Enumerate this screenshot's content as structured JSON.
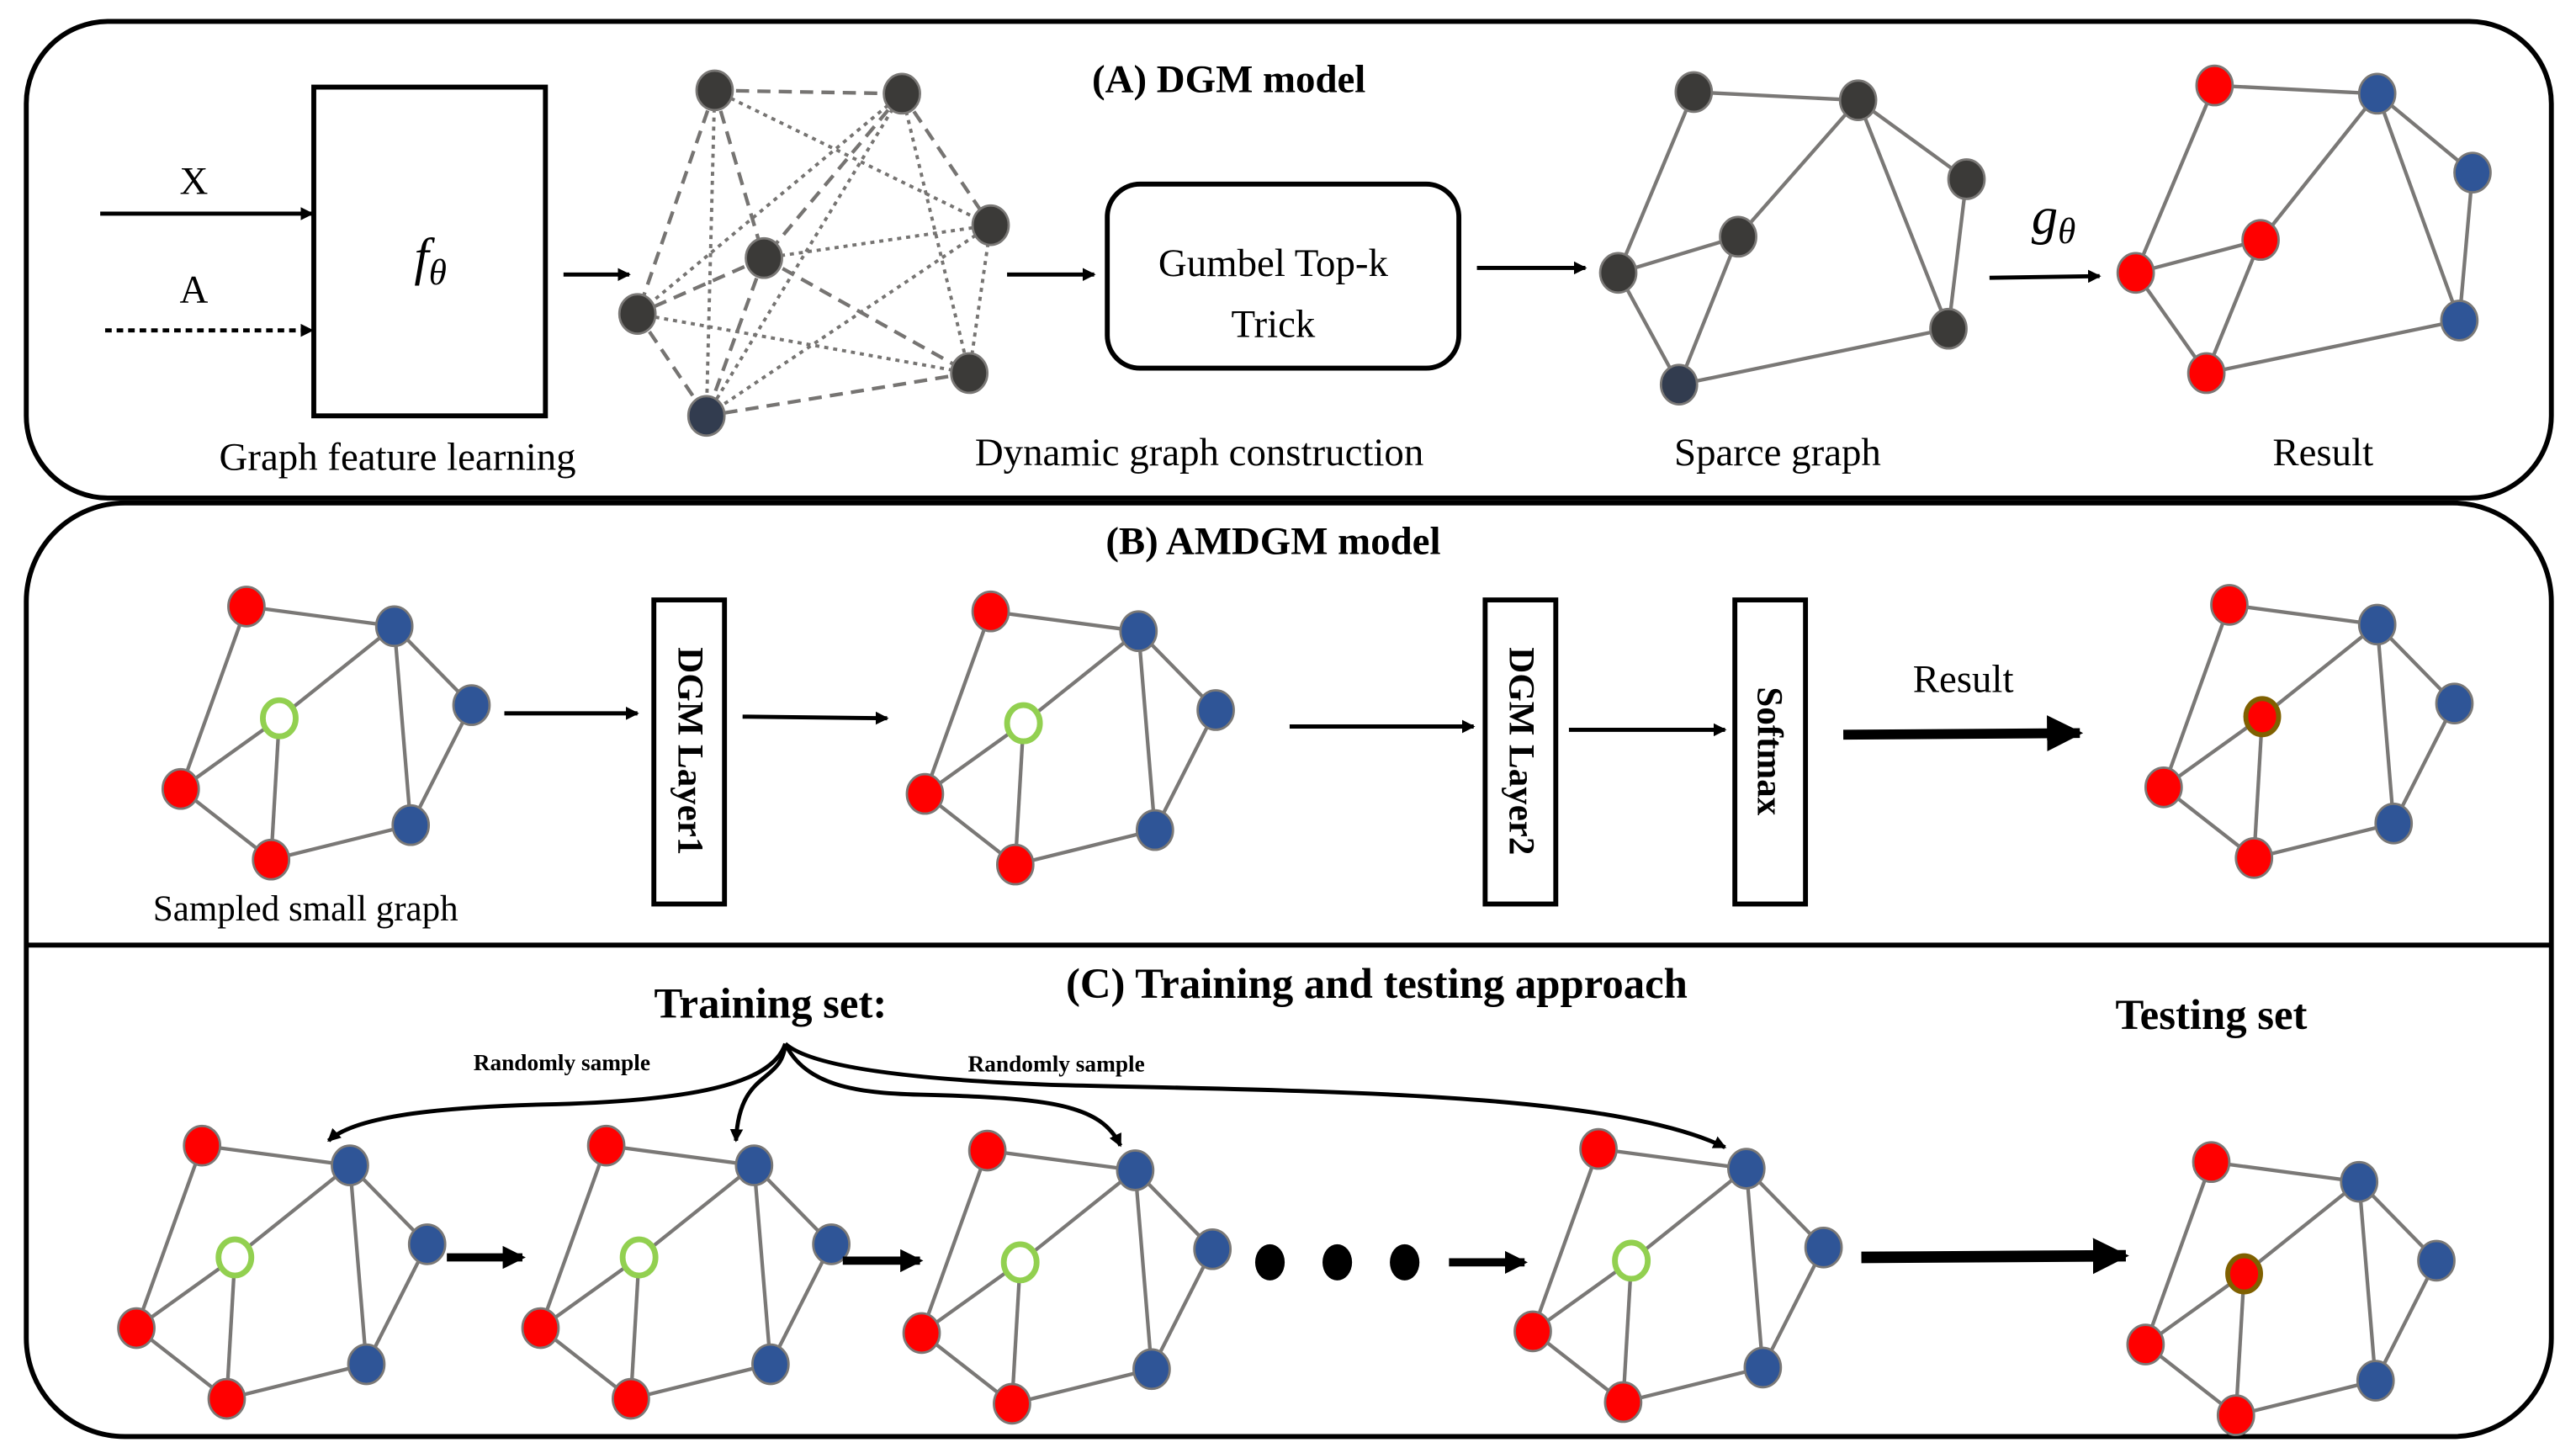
{
  "colors": {
    "dark_node": "#3b3a38",
    "dark_blue_node": "#323c4f",
    "red_node": "#ff0000",
    "blue_node": "#2f5597",
    "unlabeled_ring": "#92d050",
    "predicted_ring": "#7f6000",
    "edge": "#7a7876"
  },
  "section_a": {
    "title": "(A) DGM model",
    "input_x": "X",
    "input_a": "A",
    "f_theta_base": "f",
    "f_theta_sub": "θ",
    "gumbel_line1": "Gumbel Top-k",
    "gumbel_line2": "Trick",
    "g_theta_base": "g",
    "g_theta_sub": "θ",
    "caption_feature": "Graph feature learning",
    "caption_dynamic": "Dynamic graph construction",
    "caption_sparse": "Sparce graph",
    "caption_result": "Result"
  },
  "section_b": {
    "title": "(B) AMDGM model",
    "caption_sampled": "Sampled small graph",
    "layer1": "DGM Layer1",
    "layer2": "DGM Layer2",
    "softmax": "Softmax",
    "result_label": "Result"
  },
  "section_c": {
    "title": "(C) Training and testing approach",
    "training_set": "Training set:",
    "testing_set": "Testing set",
    "randomly_sample_1": "Randomly sample",
    "randomly_sample_2": "Randomly sample",
    "ellipsis_dots": 3
  }
}
